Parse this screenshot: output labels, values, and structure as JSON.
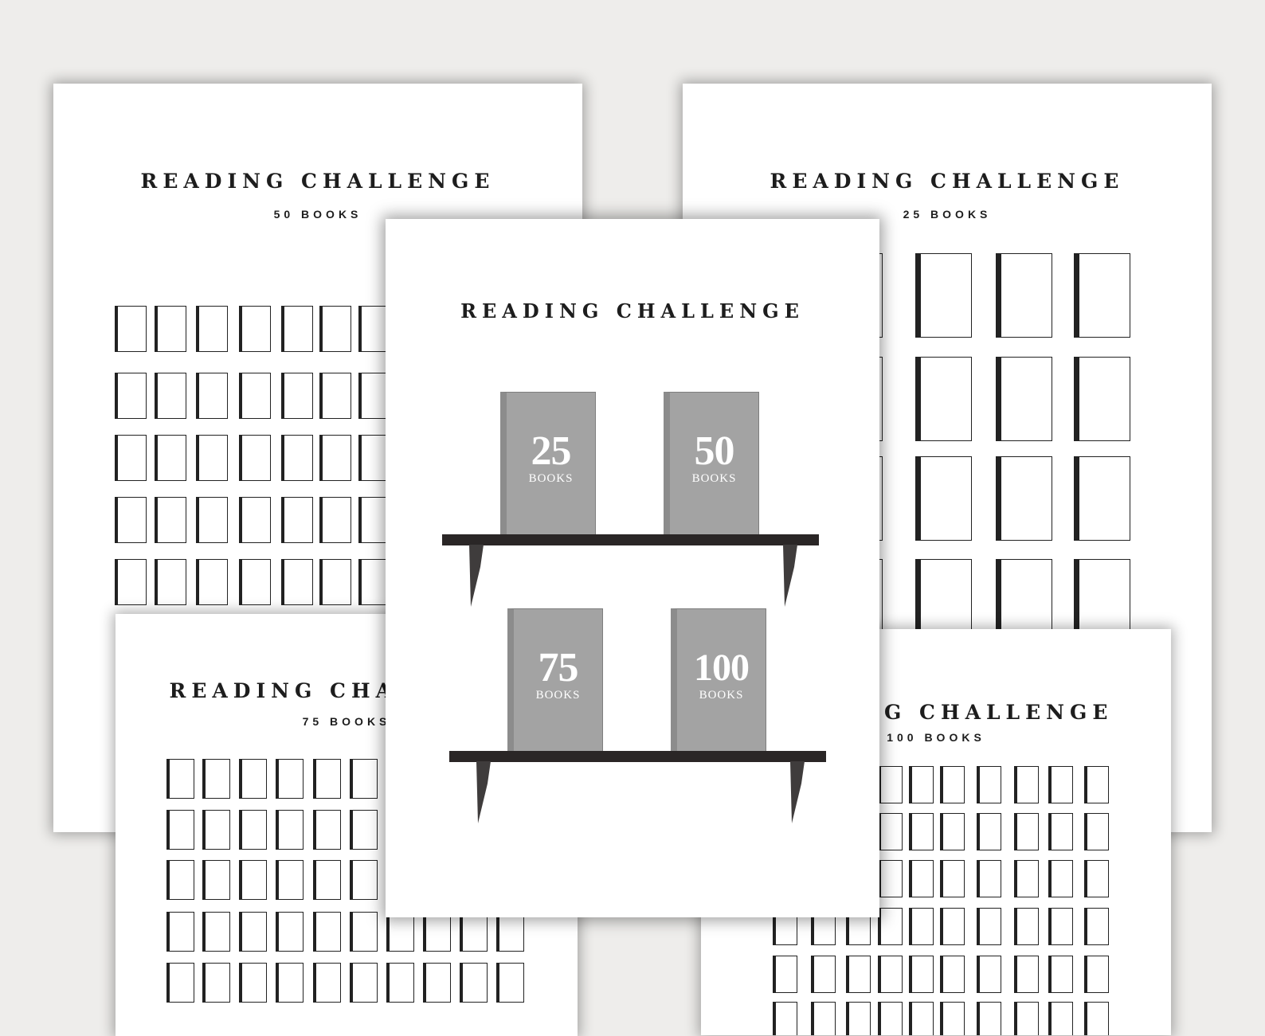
{
  "main_title": "READING CHALLENGE",
  "sheets": {
    "sheet_50": {
      "title": "READING CHALLENGE",
      "subtitle": "50 BOOKS"
    },
    "sheet_25": {
      "title": "READING CHALLENGE",
      "subtitle": "25 BOOKS"
    },
    "sheet_75": {
      "title": "READING CHALLENGE",
      "subtitle": "75 BOOKS"
    },
    "sheet_100": {
      "title": "READING CHALLENGE",
      "subtitle": "100 BOOKS"
    }
  },
  "featured": {
    "title": "READING CHALLENGE",
    "books": [
      {
        "number": "25",
        "label": "BOOKS"
      },
      {
        "number": "50",
        "label": "BOOKS"
      },
      {
        "number": "75",
        "label": "BOOKS"
      },
      {
        "number": "100",
        "label": "BOOKS"
      }
    ]
  },
  "colors": {
    "background": "#eeedeb",
    "sheet": "#ffffff",
    "ink": "#1d1d1d",
    "book_cover": "#a3a3a3",
    "shelf": "#2a2626"
  }
}
